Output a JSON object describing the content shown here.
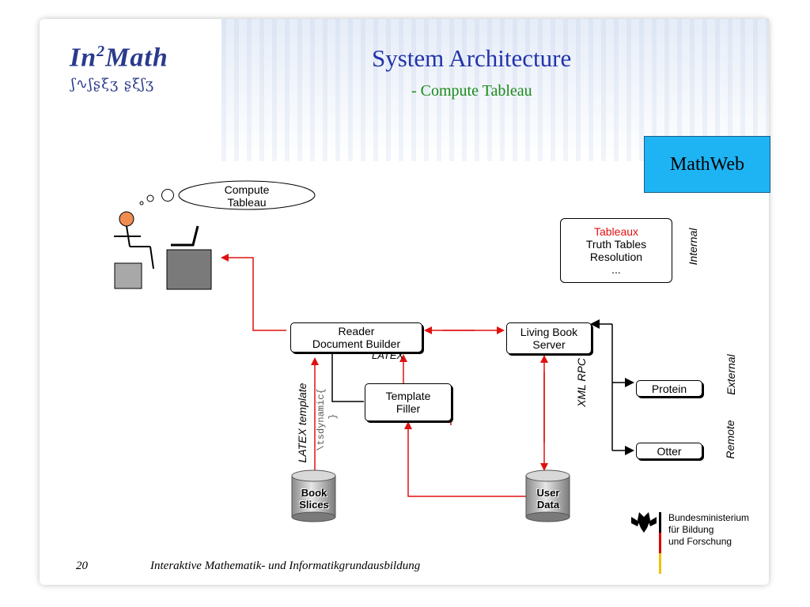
{
  "header": {
    "logo": "In2Math",
    "logo_base": "In",
    "logo_sup": "2",
    "logo_rest": "Math",
    "title": "System Architecture",
    "subtitle": "- Compute Tableau"
  },
  "diagram": {
    "mathweb": "MathWeb",
    "thought": {
      "line1": "Compute",
      "line2": "Tableau"
    },
    "reader": {
      "line1": "Reader",
      "line2": "Document Builder"
    },
    "living_book": {
      "line1": "Living Book",
      "line2": "Server"
    },
    "template_filler": {
      "line1": "Template",
      "line2": "Filler"
    },
    "services": {
      "first": "Tableaux",
      "rest": [
        "Truth Tables",
        "Resolution",
        "..."
      ]
    },
    "protein": "Protein",
    "otter": "Otter",
    "book_slices": {
      "line1": "Book",
      "line2": "Slices"
    },
    "user_data": {
      "line1": "User",
      "line2": "Data"
    },
    "labels": {
      "internal": "Internal",
      "external": "External",
      "remote": "Remote",
      "xml_rpc": "XML RPC",
      "latex_template": "LATEX template",
      "latex": "LATEX",
      "tsdynamic": "\\tsdynamic{",
      "brace": "}"
    },
    "colors": {
      "arrow_red": "#e01010",
      "mathweb_blue": "#1eb4f4",
      "tableaux_red": "#e01010"
    }
  },
  "footer": {
    "page_number": "20",
    "text": "Interaktive Mathematik- und Informatikgrundausbildung",
    "sponsor": {
      "line1": "Bundesministerium",
      "line2": "für Bildung",
      "line3": "und Forschung"
    }
  }
}
